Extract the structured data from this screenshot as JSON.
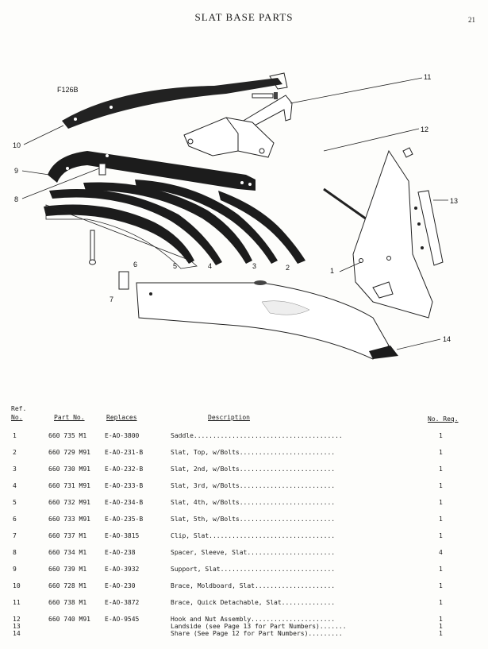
{
  "header": {
    "title": "SLAT BASE PARTS",
    "page_number": "21"
  },
  "figure": {
    "code": "F126B",
    "callouts": [
      "1",
      "2",
      "3",
      "4",
      "5",
      "6",
      "7",
      "8",
      "9",
      "10",
      "11",
      "12",
      "13",
      "14"
    ]
  },
  "table": {
    "headers": {
      "ref_line1": "Ref.",
      "ref_line2": "No.",
      "part_no": "Part No.",
      "replaces": "Replaces",
      "description": "Description",
      "no_req": "No. Req."
    },
    "rows": [
      {
        "ref": "1",
        "part": "660 735 M1",
        "replaces": "E-AO-3800",
        "desc": "Saddle.......................................",
        "qty": "1"
      },
      {
        "ref": "2",
        "part": "660 729 M91",
        "replaces": "E-AO-231-B",
        "desc": "Slat, Top, w/Bolts.........................",
        "qty": "1"
      },
      {
        "ref": "3",
        "part": "660 730 M91",
        "replaces": "E-AO-232-B",
        "desc": "Slat, 2nd, w/Bolts.........................",
        "qty": "1"
      },
      {
        "ref": "4",
        "part": "660 731 M91",
        "replaces": "E-AO-233-B",
        "desc": "Slat, 3rd, w/Bolts.........................",
        "qty": "1"
      },
      {
        "ref": "5",
        "part": "660 732 M91",
        "replaces": "E-AO-234-B",
        "desc": "Slat, 4th, w/Bolts.........................",
        "qty": "1"
      },
      {
        "ref": "6",
        "part": "660 733 M91",
        "replaces": "E-AO-235-B",
        "desc": "Slat, 5th, w/Bolts.........................",
        "qty": "1"
      },
      {
        "ref": "7",
        "part": "660 737 M1",
        "replaces": "E-AO-3815",
        "desc": "Clip, Slat.................................",
        "qty": "1"
      },
      {
        "ref": "8",
        "part": "660 734 M1",
        "replaces": "E-AO-238",
        "desc": "Spacer, Sleeve, Slat.......................",
        "qty": "4"
      },
      {
        "ref": "9",
        "part": "660 739 M1",
        "replaces": "E-AO-3932",
        "desc": "Support, Slat..............................",
        "qty": "1"
      },
      {
        "ref": "10",
        "part": "660 728 M1",
        "replaces": "E-AO-230",
        "desc": "Brace, Moldboard, Slat.....................",
        "qty": "1"
      },
      {
        "ref": "11",
        "part": "660 738 M1",
        "replaces": "E-AO-3872",
        "desc": "Brace, Quick Detachable, Slat..............",
        "qty": "1"
      },
      {
        "ref": "12",
        "part": "660 740 M91",
        "replaces": "E-AO-9545",
        "desc": "Hook and Nut Assembly......................",
        "qty": "1"
      },
      {
        "ref": "13",
        "part": "",
        "replaces": "",
        "desc": "Landside (see Page 13 for Part Numbers).......",
        "qty": "1"
      },
      {
        "ref": "14",
        "part": "",
        "replaces": "",
        "desc": "Share (See Page 12 for Part Numbers).........",
        "qty": "1"
      }
    ]
  }
}
